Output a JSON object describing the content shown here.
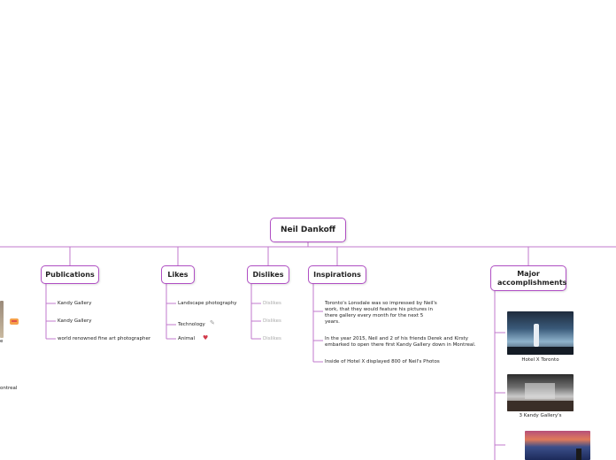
{
  "root": {
    "label": "Neil Dankoff"
  },
  "branches": {
    "publications": {
      "label": "Publications",
      "items": [
        "Kandy Gallery",
        "Kandy Gallery",
        "world renowned fine art photographer"
      ]
    },
    "likes": {
      "label": "Likes",
      "items": [
        {
          "text": "Landscape photography"
        },
        {
          "text": "Technology",
          "icon": "pen-icon"
        },
        {
          "text": "Animal",
          "icon": "paw-icon"
        }
      ]
    },
    "dislikes": {
      "label": "Dislikes",
      "items": [
        "Dislikes",
        "Dislikes",
        "Dislikes"
      ]
    },
    "inspirations": {
      "label": "Inspirations",
      "items": [
        "Toronto's Lonsdale was so impressed by Neil's work, that they would feature his pictures in there gallery every month for the next 5 years.",
        "In the year 2015, Neil and 2 of his friends Derek and Kirsty embarked to open there first Kandy Gallery down in Montreal.",
        "Inside of Hotel X displayed 800 of Neil's Photos"
      ]
    },
    "accomplishments": {
      "label": "Major accomplishments",
      "items": [
        {
          "caption": "Hotel X Toronto"
        },
        {
          "caption": "3 Kandy Gallery's"
        },
        {
          "caption": ""
        }
      ]
    }
  },
  "offscreen": {
    "label_a": "e",
    "label_b": "ontreal"
  },
  "colors": {
    "branch": "#b04fc4",
    "link": "#c078cc"
  }
}
